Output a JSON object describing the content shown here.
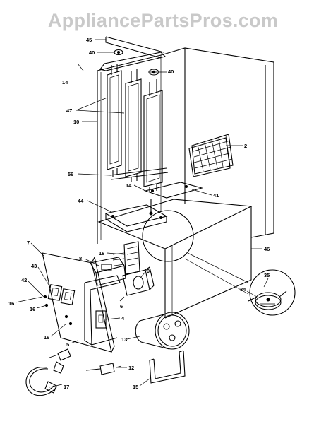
{
  "watermark": "AppliancePartsPros.com",
  "callouts": {
    "c45": "45",
    "c40a": "40",
    "c40b": "40",
    "c14a": "14",
    "c47": "47",
    "c10": "10",
    "c2": "2",
    "c56": "56",
    "c14b": "14",
    "c41": "41",
    "c44": "44",
    "c46": "46",
    "c7": "7",
    "c18a": "18",
    "c8": "8",
    "c9": "9",
    "c43": "43",
    "c42": "42",
    "c6": "6",
    "c4": "4",
    "c16a": "16",
    "c16b": "16",
    "c16c": "16",
    "c5": "5",
    "c13": "13",
    "c35": "35",
    "c34": "34",
    "c12": "12",
    "c15": "15",
    "c17": "17"
  }
}
